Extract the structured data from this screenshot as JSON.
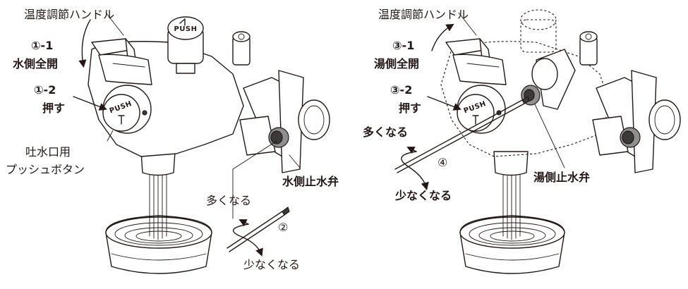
{
  "left": {
    "handle_label": "温度調節ハンドル",
    "step_1_1_num": "①-1",
    "step_1_1_text": "水側全開",
    "step_1_2_num": "①-2",
    "step_1_2_text": "押す",
    "button_label_line1": "吐水口用",
    "button_label_line2": "プッシュボタン",
    "valve_label": "水側止水弁",
    "more_label": "多くなる",
    "step_2": "②",
    "less_label": "少なくなる",
    "push_text_top": "PUSH",
    "push_text_front": "PUSH"
  },
  "right": {
    "handle_label": "温度調節ハンドル",
    "step_3_1_num": "③-1",
    "step_3_1_text": "湯側全開",
    "step_3_2_num": "③-2",
    "step_3_2_text": "押す",
    "more_label": "多くなる",
    "step_4": "④",
    "less_label": "少なくなる",
    "valve_label": "湯側止水弁",
    "push_text_front": "PUSH"
  }
}
